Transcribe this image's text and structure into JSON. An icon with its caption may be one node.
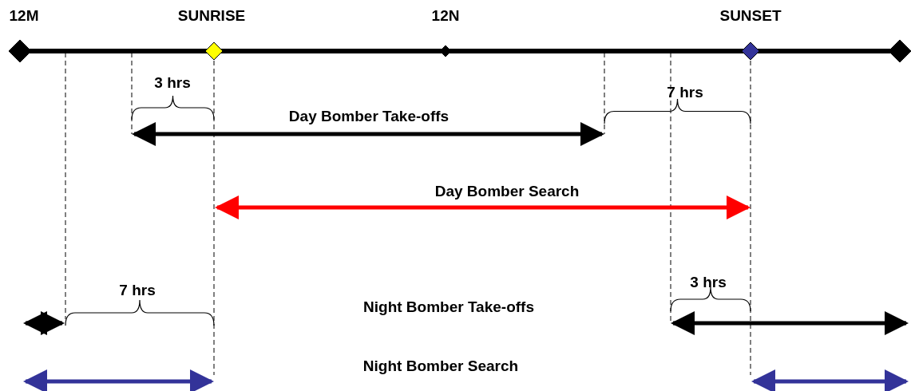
{
  "diagram": {
    "labels": [
      "12M",
      "SUNRISE",
      "12N",
      "SUNSET",
      "3 hrs",
      "7 hrs",
      "Day Bomber Take-offs",
      "Day Bomber Search",
      "7 hrs",
      "3 hrs",
      "Night Bomber Take-offs",
      "Night Bomber Search"
    ]
  }
}
